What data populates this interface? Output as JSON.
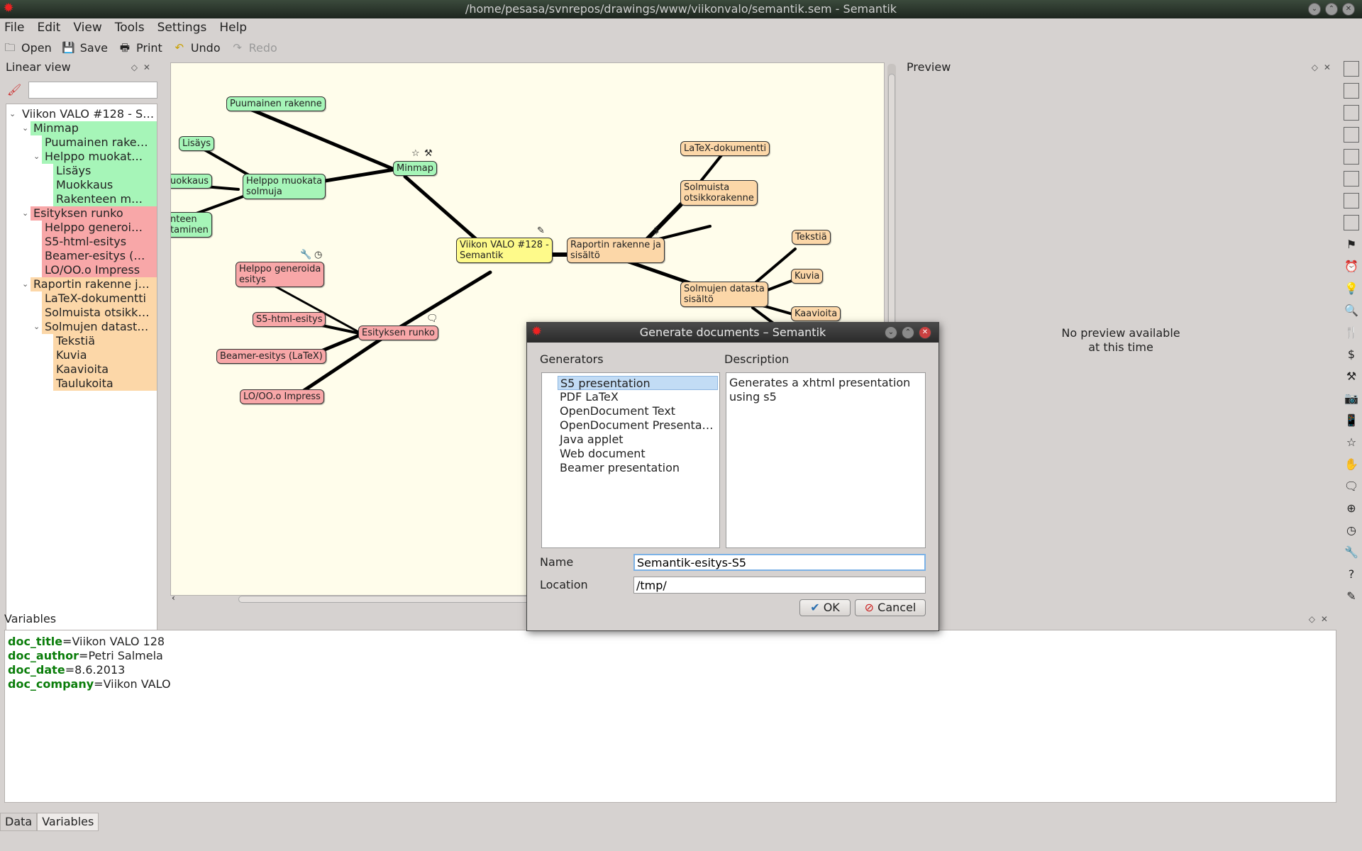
{
  "window": {
    "title": "/home/pesasa/svnrepos/drawings/www/viikonvalo/semantik.sem  - Semantik"
  },
  "menu": [
    "File",
    "Edit",
    "View",
    "Tools",
    "Settings",
    "Help"
  ],
  "toolbar": {
    "open": "Open",
    "save": "Save",
    "print": "Print",
    "undo": "Undo",
    "redo": "Redo"
  },
  "linear_view": {
    "title": "Linear view",
    "filter_value": "",
    "items": [
      {
        "label": "Viikon VALO #128 - S…",
        "color": "#ffffff"
      },
      {
        "label": "Minmap",
        "color": "#a6f5b8"
      },
      {
        "label": "Puumainen rake…",
        "color": "#a6f5b8"
      },
      {
        "label": "Helppo muokat…",
        "color": "#a6f5b8"
      },
      {
        "label": "Lisäys",
        "color": "#a6f5b8"
      },
      {
        "label": "Muokkaus",
        "color": "#a6f5b8"
      },
      {
        "label": "Rakenteen m…",
        "color": "#a6f5b8"
      },
      {
        "label": "Esityksen runko",
        "color": "#f8a7a8"
      },
      {
        "label": "Helppo generoi…",
        "color": "#f8a7a8"
      },
      {
        "label": "S5-html-esitys",
        "color": "#f8a7a8"
      },
      {
        "label": "Beamer-esitys (…",
        "color": "#f8a7a8"
      },
      {
        "label": "LO/OO.o Impress",
        "color": "#f8a7a8"
      },
      {
        "label": "Raportin rakenne j…",
        "color": "#fcd7a8"
      },
      {
        "label": "LaTeX-dokumentti",
        "color": "#fcd7a8"
      },
      {
        "label": "Solmuista otsikk…",
        "color": "#fcd7a8"
      },
      {
        "label": "Solmujen datast…",
        "color": "#fcd7a8"
      },
      {
        "label": "Tekstiä",
        "color": "#fcd7a8"
      },
      {
        "label": "Kuvia",
        "color": "#fcd7a8"
      },
      {
        "label": "Kaavioita",
        "color": "#fcd7a8"
      },
      {
        "label": "Taulukoita",
        "color": "#fcd7a8"
      }
    ]
  },
  "mindmap": {
    "root": "Viikon VALO #128 -\nSemantik",
    "minmap": "Minmap",
    "puumainen": "Puumainen rakenne",
    "helppo_muokata": "Helppo muokata\nsolmuja",
    "lisays": "Lisäys",
    "muokkaus": "uokkaus",
    "rakenteen": "nteen\ntaminen",
    "esityksen": "Esityksen runko",
    "helppo_gen": "Helppo generoida\nesitys",
    "s5": "S5-html-esitys",
    "beamer": "Beamer-esitys (LaTeX)",
    "lo": "LO/OO.o Impress",
    "raportin": "Raportin rakenne ja\nsisältö",
    "latex": "LaTeX-dokumentti",
    "solmuista": "Solmuista\notsikkorakenne",
    "solmujen": "Solmujen datasta\nsisältö",
    "tekstia": "Tekstiä",
    "kuvia": "Kuvia",
    "kaavioita": "Kaavioita"
  },
  "preview": {
    "title": "Preview",
    "message_line1": "No preview available",
    "message_line2": "at this time"
  },
  "palette_colors": [
    "#a6f5b8",
    "#a6eef8",
    "#b8c3f8",
    "#e6a6f8",
    "#f8a7a8",
    "#fcd7a8",
    "#ffffff",
    "#e8e8e8"
  ],
  "palette_icons": [
    "flag-icon",
    "alarm-icon",
    "bulb-icon",
    "magnifier-icon",
    "cutlery-icon",
    "dollar-icon",
    "hammer-icon",
    "photo-icon",
    "phone-icon",
    "star-icon",
    "hand-icon",
    "speech-icon",
    "target-icon",
    "clock-icon",
    "wrench-icon",
    "question-icon",
    "note-icon"
  ],
  "variables": {
    "title": "Variables",
    "rows": [
      {
        "key": "doc_title",
        "value": "=Viikon VALO 128"
      },
      {
        "key": "doc_author",
        "value": "=Petri Salmela"
      },
      {
        "key": "doc_date",
        "value": "=8.6.2013"
      },
      {
        "key": "doc_company",
        "value": "=Viikon VALO"
      }
    ]
  },
  "bottom_tabs": [
    "Data",
    "Variables"
  ],
  "dialog": {
    "title": "Generate documents – Semantik",
    "generators_label": "Generators",
    "description_label": "Description",
    "generators": [
      "S5 presentation",
      "PDF LaTeX",
      "OpenDocument Text",
      "OpenDocument Presenta…",
      "Java applet",
      "Web document",
      "Beamer presentation"
    ],
    "selected": "S5 presentation",
    "description": "Generates a xhtml presentation using s5",
    "name_label": "Name",
    "name_value": "Semantik-esitys-S5",
    "location_label": "Location",
    "location_value": "/tmp/",
    "ok": "OK",
    "cancel": "Cancel"
  }
}
